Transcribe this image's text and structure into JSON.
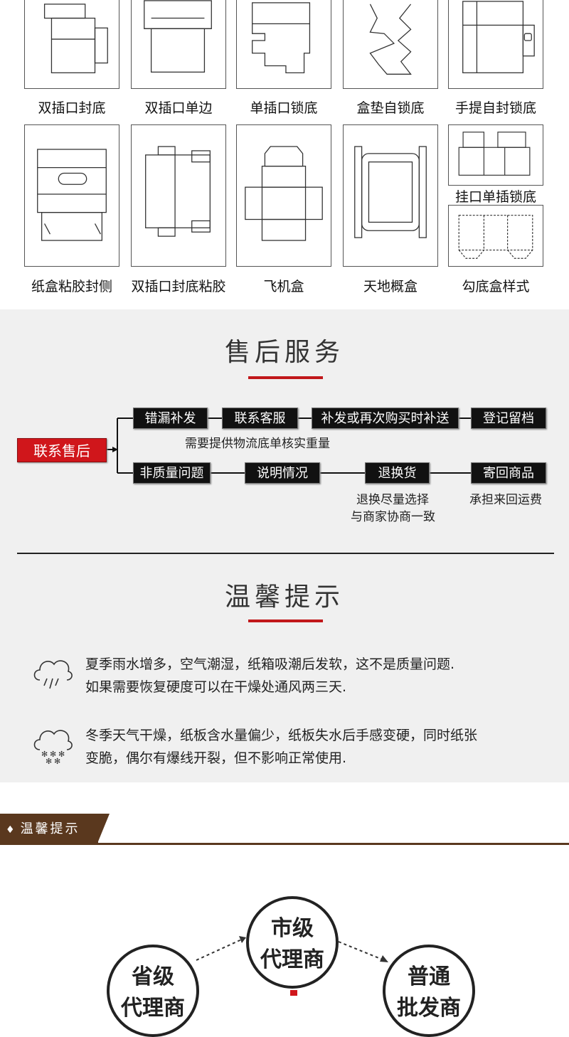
{
  "box_styles": {
    "row1": [
      {
        "label": "双插口封底",
        "icon": "double-tuck-bottom-diagram"
      },
      {
        "label": "双插口单边",
        "icon": "double-tuck-side-diagram"
      },
      {
        "label": "单插口锁底",
        "icon": "single-tuck-lock-bottom-diagram"
      },
      {
        "label": "盒垫自锁底",
        "icon": "auto-lock-bottom-diagram"
      },
      {
        "label": "手提自封锁底",
        "icon": "handle-lock-bottom-diagram"
      }
    ],
    "row2": [
      {
        "label": "纸盒粘胶封侧",
        "icon": "glued-side-diagram"
      },
      {
        "label": "双插口封底粘胶",
        "icon": "double-tuck-glued-diagram"
      },
      {
        "label": "飞机盒",
        "icon": "mailer-box-diagram"
      },
      {
        "label": "天地概盒",
        "icon": "lid-base-box-diagram"
      }
    ],
    "hanging_label": "挂口单插锁底",
    "hook_label": "勾底盒样式"
  },
  "after_sales": {
    "title": "售后服务",
    "contact": "联系售后",
    "row1": [
      "错漏补发",
      "联系客服",
      "补发或再次购买时补送",
      "登记留档"
    ],
    "row1_note": "需要提供物流底单核实重量",
    "row2": [
      "非质量问题",
      "说明情况",
      "退换货",
      "寄回商品"
    ],
    "row2_note_a": "退换尽量选择",
    "row2_note_b": "与商家协商一致",
    "row2_note_c": "承担来回运费",
    "accent": "#c1171a"
  },
  "tips": {
    "title": "温馨提示",
    "summer_1": "夏季雨水增多，空气潮湿，纸箱吸潮后发软，这不是质量问题.",
    "summer_2": "如果需要恢复硬度可以在干燥处通风两三天.",
    "winter_1": "冬季天气干燥，纸板含水量偏少，纸板失水后手感变硬，同时纸张",
    "winter_2": "变脆，偶尔有爆线开裂，但不影响正常使用."
  },
  "section3": {
    "tab_label": "温馨提示",
    "tab_marker": "♦",
    "brand_color": "#5a381e",
    "city_1": "市级",
    "city_2": "代理商",
    "province_1": "省级",
    "province_2": "代理商",
    "wholesale_1": "普通",
    "wholesale_2": "批发商"
  }
}
